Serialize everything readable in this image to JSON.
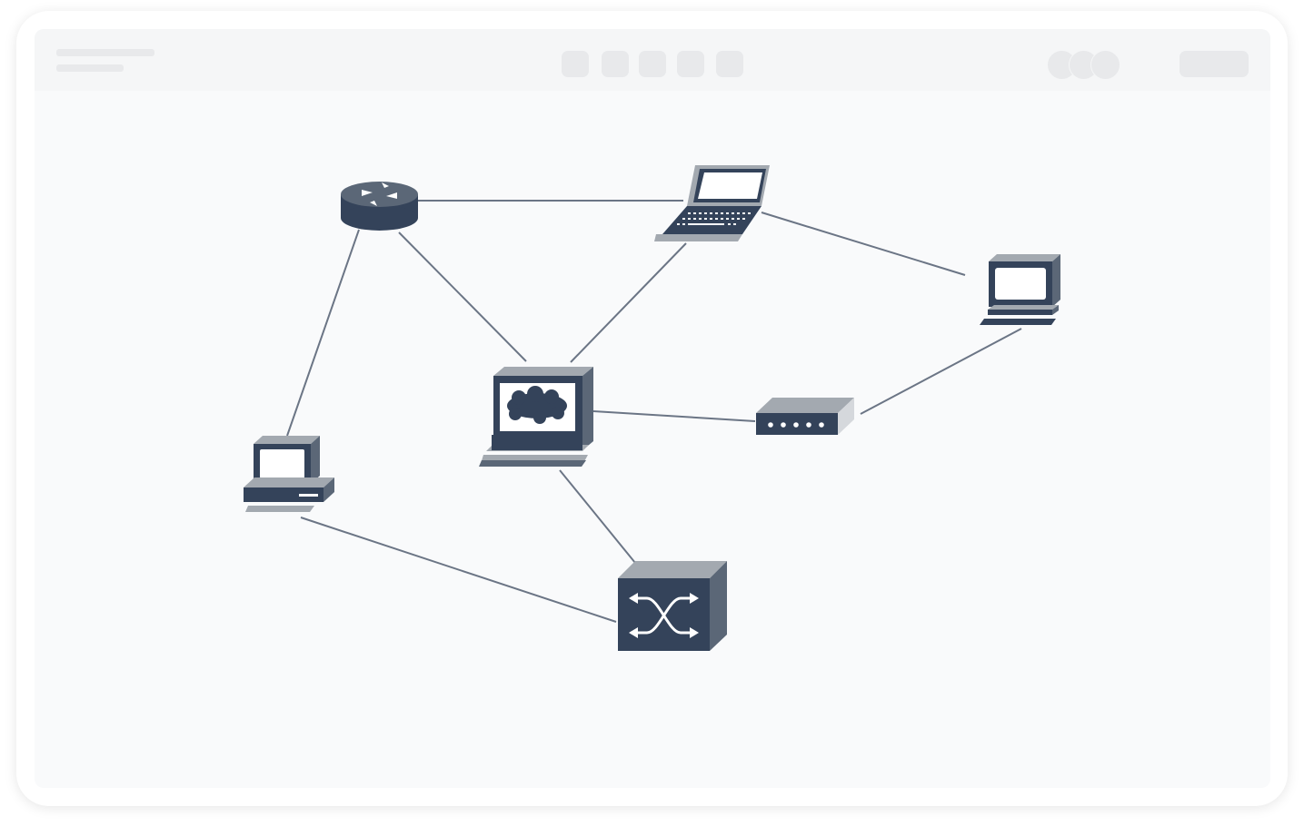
{
  "colors": {
    "device_dark": "#34435a",
    "device_mid": "#5b6777",
    "device_light": "#a3a9b0",
    "link": "#6b7585",
    "canvas": "#f9fafb",
    "skeleton": "#e8e9eb"
  },
  "toolbar": {
    "tool_icons": [
      "toolbar-button-1",
      "toolbar-button-2",
      "toolbar-button-3",
      "toolbar-button-4",
      "toolbar-button-5"
    ],
    "avatars": [
      "avatar-1",
      "avatar-2",
      "avatar-3"
    ]
  },
  "diagram": {
    "nodes": [
      {
        "id": "router",
        "icon": "router-icon"
      },
      {
        "id": "laptop",
        "icon": "laptop-icon"
      },
      {
        "id": "workstation-right",
        "icon": "workstation-icon"
      },
      {
        "id": "cloud-server",
        "icon": "cloud-terminal-icon"
      },
      {
        "id": "hub",
        "icon": "hub-icon"
      },
      {
        "id": "workstation-left",
        "icon": "desktop-pc-icon"
      },
      {
        "id": "switch",
        "icon": "switch-icon"
      }
    ],
    "links": [
      {
        "from": "router",
        "to": "laptop"
      },
      {
        "from": "router",
        "to": "cloud-server"
      },
      {
        "from": "router",
        "to": "workstation-left"
      },
      {
        "from": "laptop",
        "to": "cloud-server"
      },
      {
        "from": "laptop",
        "to": "workstation-right"
      },
      {
        "from": "workstation-right",
        "to": "hub"
      },
      {
        "from": "hub",
        "to": "cloud-server"
      },
      {
        "from": "cloud-server",
        "to": "switch"
      },
      {
        "from": "workstation-left",
        "to": "switch"
      }
    ]
  }
}
